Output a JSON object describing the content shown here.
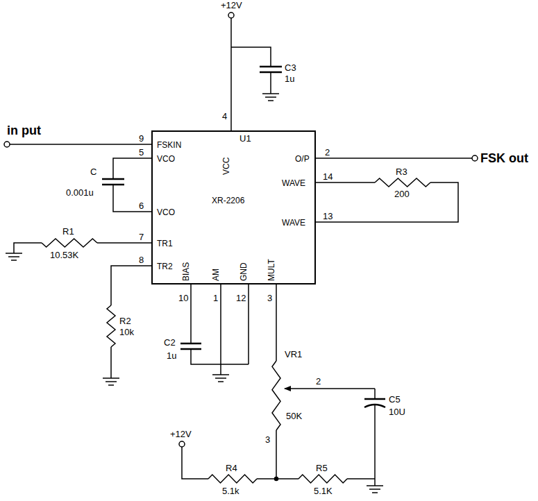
{
  "diagram": {
    "nodes": [
      {
        "text": [
          "XR-2206",
          "FSKIN",
          "VCO",
          "VCO",
          "TR1",
          "TR2",
          "VCC",
          "O/P",
          "WAVE",
          "WAVE",
          "BIAS",
          "AM",
          "GND",
          "MULT"
        ]
      }
    ],
    "labels": [
      "+12V",
      "C3",
      "1u",
      "4",
      "in put",
      "9",
      "5",
      "C",
      "0.001u",
      "6",
      "R1",
      "10.53K",
      "7",
      "8",
      "R2",
      "10k",
      "10",
      "1",
      "12",
      "3",
      "2",
      "FSK out",
      "14",
      "R3",
      "200",
      "13",
      "C2",
      "1u",
      "VR1",
      "50K",
      "2",
      "3",
      "C5",
      "10U",
      "+12V",
      "R4",
      "5.1k",
      "R5",
      "5.1K",
      "U1"
    ]
  }
}
